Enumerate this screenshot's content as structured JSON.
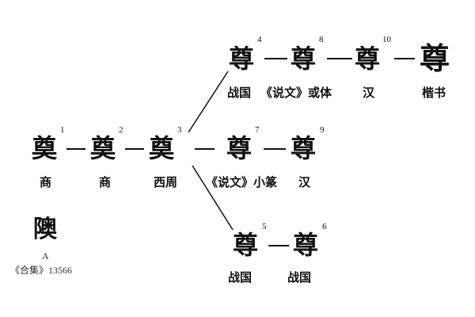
{
  "row_top": {
    "glyphs": [
      {
        "char": "尊",
        "num": "4",
        "label": "战国"
      },
      {
        "char": "尊",
        "num": "8",
        "label": "《说文》或体"
      },
      {
        "char": "尊",
        "num": "10",
        "label": "汉"
      },
      {
        "char": "尊",
        "label": "楷书"
      }
    ]
  },
  "row_mid": {
    "glyphs": [
      {
        "char": "奠",
        "num": "1",
        "label": "商"
      },
      {
        "char": "奠",
        "num": "2",
        "label": "商"
      },
      {
        "char": "奠",
        "num": "3",
        "label": "西周"
      },
      {
        "char": "尊",
        "num": "7",
        "label": "《说文》小篆"
      },
      {
        "char": "尊",
        "num": "9",
        "label": "汉"
      }
    ]
  },
  "row_bot": {
    "glyphs": [
      {
        "char": "尊",
        "num": "5",
        "label": "战国"
      },
      {
        "char": "尊",
        "num": "6",
        "label": "战国"
      }
    ]
  },
  "variant": {
    "char": "隩",
    "letter": "A",
    "source": "《合集》13566"
  }
}
